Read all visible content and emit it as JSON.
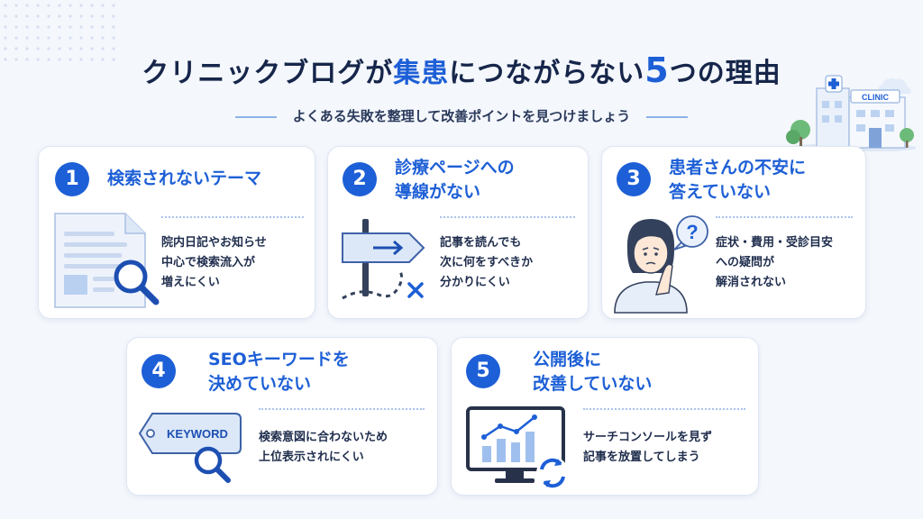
{
  "title": {
    "part1": "クリニックブログが",
    "accent": "集患",
    "part2": "につながらない",
    "five": "5",
    "part3": "つの理由"
  },
  "subtitle": "よくある失敗を整理して改善ポイントを見つけましょう",
  "clinic_sign": "CLINIC",
  "cards": [
    {
      "number": "1",
      "title_lines": [
        "検索されないテーマ"
      ],
      "desc_lines": [
        "院内日記やお知らせ",
        "中心で検索流入が",
        "増えにくい"
      ]
    },
    {
      "number": "2",
      "title_lines": [
        "診療ページへの",
        "導線がない"
      ],
      "desc_lines": [
        "記事を読んでも",
        "次に何をすべきか",
        "分かりにくい"
      ]
    },
    {
      "number": "3",
      "title_lines": [
        "患者さんの不安に",
        "答えていない"
      ],
      "desc_lines": [
        "症状・費用・受診目安",
        "への疑問が",
        "解消されない"
      ]
    },
    {
      "number": "4",
      "title_lines": [
        "SEOキーワードを",
        "決めていない"
      ],
      "desc_lines": [
        "検索意図に合わないため",
        "上位表示されにくい"
      ]
    },
    {
      "number": "5",
      "title_lines": [
        "公開後に",
        "改善していない"
      ],
      "desc_lines": [
        "サーチコンソールを見ず",
        "記事を放置してしまう"
      ]
    }
  ],
  "keyword_tag": "KEYWORD",
  "question_mark": "?",
  "colors": {
    "accent": "#1d5fd6",
    "heading": "#16264a",
    "background": "#f4f7fc"
  }
}
